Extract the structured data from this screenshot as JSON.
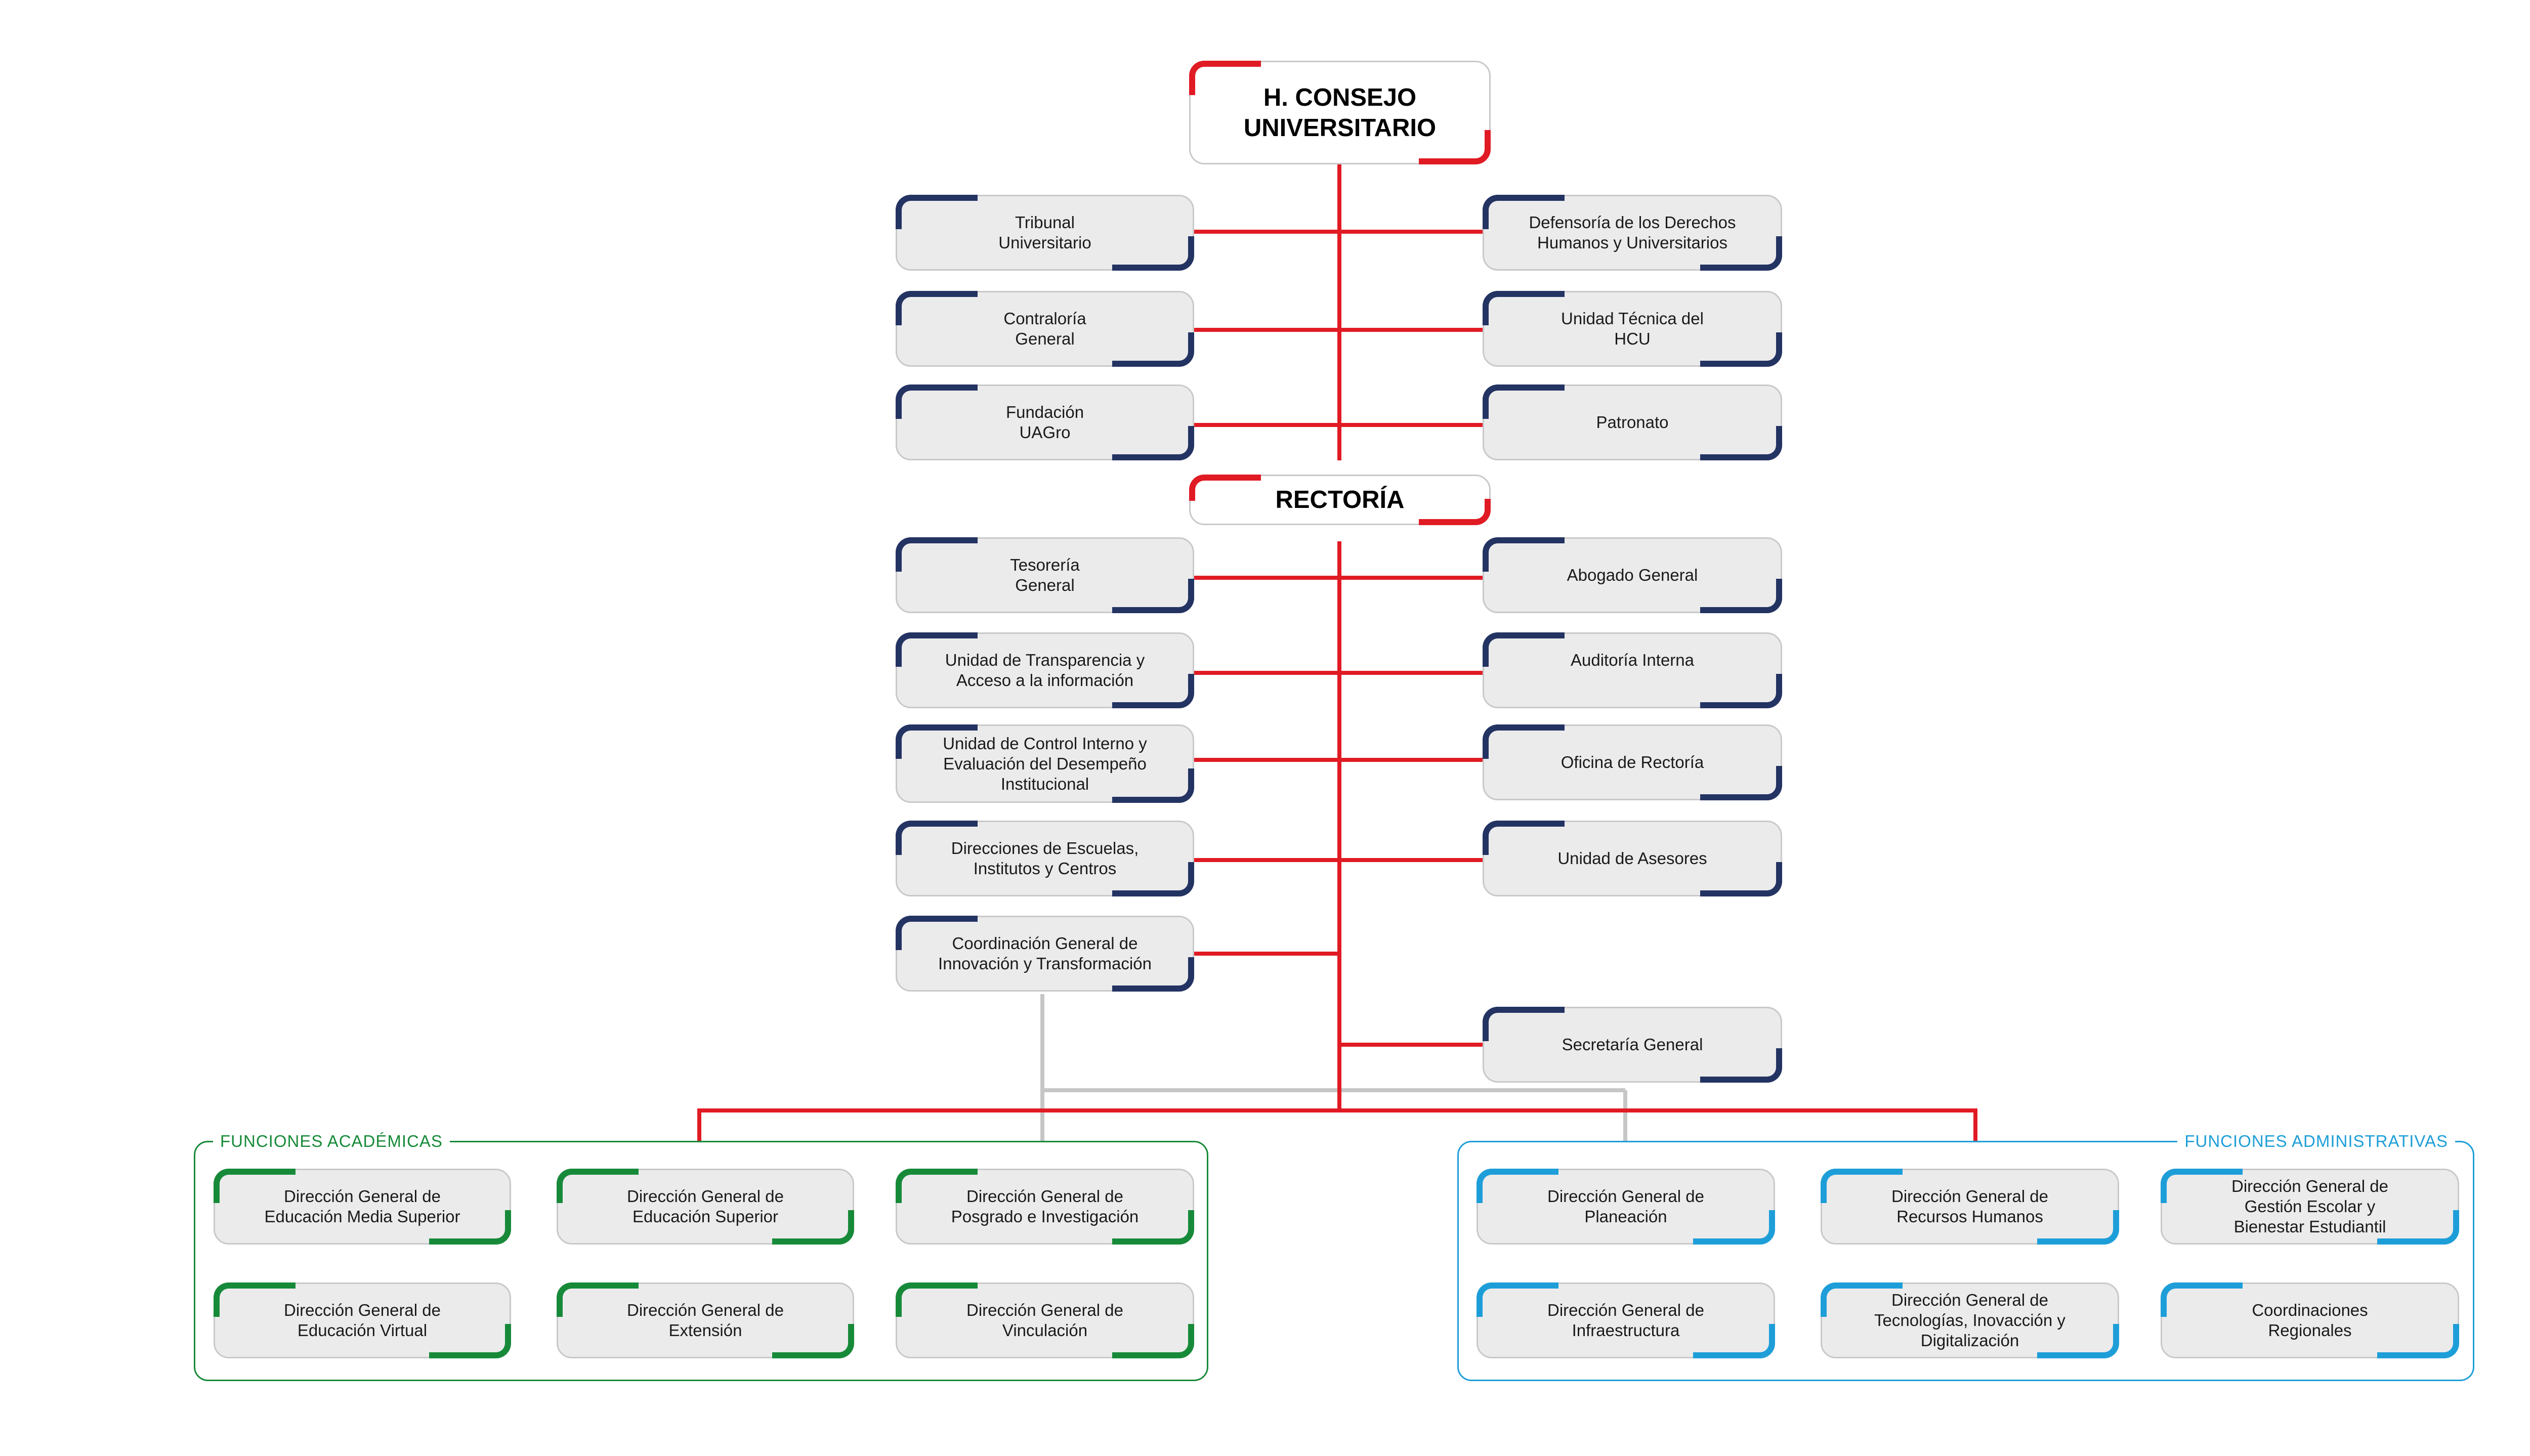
{
  "colors": {
    "red_connector": "#e01b24",
    "gray_connector": "#c6c6c6",
    "navy_accent": "#233362",
    "green_accent": "#178a39",
    "blue_accent": "#1e9ed8",
    "node_fill": "#ebebec"
  },
  "top": {
    "consejo": "H. CONSEJO\nUNIVERSITARIO",
    "rectoria": "RECTORÍA"
  },
  "consejo_units": {
    "tribunal": "Tribunal\nUniversitario",
    "contraloria": "Contraloría\nGeneral",
    "fundacion": "Fundación\nUAGro",
    "defensoria": "Defensoría de los Derechos\nHumanos y Universitarios",
    "unidad_tecnica": "Unidad Técnica del\nHCU",
    "patronato": "Patronato"
  },
  "rectoria_units": {
    "tesoreria": "Tesorería\nGeneral",
    "transparencia": "Unidad de Transparencia y\nAcceso a la información",
    "control_interno": "Unidad de Control Interno y\nEvaluación del Desempeño\nInstitucional",
    "direcciones_escuelas": "Direcciones de Escuelas,\nInstitutos y Centros",
    "coordinacion_innovacion": "Coordinación General de\nInnovación y Transformación",
    "abogado": "Abogado General",
    "auditoria": "Auditoría Interna",
    "oficina_rectoria": "Oficina de Rectoría",
    "asesores": "Unidad de Asesores",
    "secretaria": "Secretaría General"
  },
  "academic": {
    "title": "FUNCIONES ACADÉMICAS",
    "media_superior": "Dirección General de\nEducación Media Superior",
    "superior": "Dirección General de\nEducación Superior",
    "posgrado": "Dirección General de\nPosgrado e Investigación",
    "virtual": "Dirección General de\nEducación Virtual",
    "extension": "Dirección General de\nExtensión",
    "vinculacion": "Dirección General de\nVinculación"
  },
  "administrative": {
    "title": "FUNCIONES ADMINISTRATIVAS",
    "planeacion": "Dirección General de\nPlaneación",
    "recursos_humanos": "Dirección General de\nRecursos Humanos",
    "gestion_escolar": "Dirección General de\nGestión Escolar y\nBienestar Estudiantil",
    "infraestructura": "Dirección General de\nInfraestructura",
    "tecnologias": "Dirección General de\nTecnologías, Inovacción y\nDigitalización",
    "coordinaciones": "Coordinaciones\nRegionales"
  }
}
